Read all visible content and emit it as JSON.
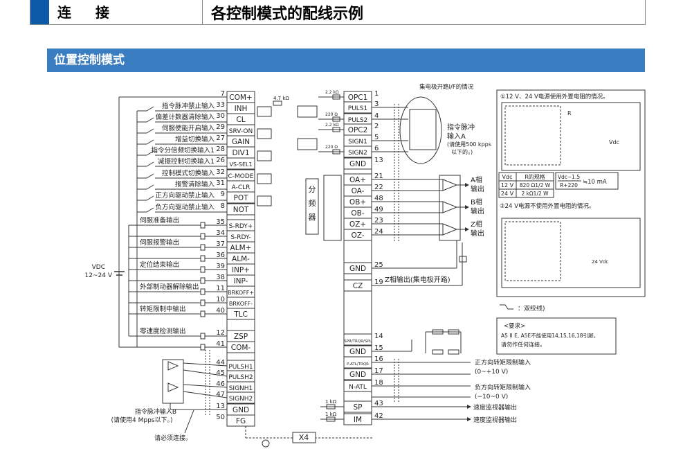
{
  "header": {
    "category": "连 接",
    "title": "各控制模式的配线示例"
  },
  "section_title": "位置控制模式",
  "left_pins": [
    {
      "pin": "7",
      "name": "COM+",
      "label": ""
    },
    {
      "pin": "33",
      "name": "INH",
      "label": "指令脉冲禁止输入"
    },
    {
      "pin": "30",
      "name": "CL",
      "label": "偏差计数器清除输入"
    },
    {
      "pin": "29",
      "name": "SRV-ON",
      "label": "伺服使能开启输入"
    },
    {
      "pin": "27",
      "name": "GAIN",
      "label": "增益切换输入"
    },
    {
      "pin": "28",
      "name": "DIV1",
      "label": "指令分倍频切换输入1"
    },
    {
      "pin": "26",
      "name": "VS-SEL1",
      "label": "减振控制切换输入1"
    },
    {
      "pin": "32",
      "name": "C-MODE",
      "label": "控制模式切换输入"
    },
    {
      "pin": "31",
      "name": "A-CLR",
      "label": "报警清除输入"
    },
    {
      "pin": "9",
      "name": "POT",
      "label": "正方向驱动禁止输入"
    },
    {
      "pin": "8",
      "name": "NOT",
      "label": "负方向驱动禁止输入"
    },
    {
      "pin": "35",
      "name": "S-RDY+",
      "label": "伺服准备输出"
    },
    {
      "pin": "34",
      "name": "S-RDY-",
      "label": ""
    },
    {
      "pin": "37",
      "name": "ALM+",
      "label": "伺服报警输出"
    },
    {
      "pin": "36",
      "name": "ALM-",
      "label": ""
    },
    {
      "pin": "39",
      "name": "INP+",
      "label": "定位结束输出"
    },
    {
      "pin": "38",
      "name": "INP-",
      "label": ""
    },
    {
      "pin": "11",
      "name": "BRKOFF+",
      "label": "外部制动器解除输出"
    },
    {
      "pin": "10",
      "name": "BRKOFF-",
      "label": ""
    },
    {
      "pin": "40",
      "name": "TLC",
      "label": "转矩限制中输出"
    },
    {
      "pin": "12",
      "name": "ZSP",
      "label": "零速度检测输出"
    },
    {
      "pin": "41",
      "name": "COM-",
      "label": ""
    },
    {
      "pin": "44",
      "name": "PULSH1",
      "label": ""
    },
    {
      "pin": "45",
      "name": "PULSH2",
      "label": ""
    },
    {
      "pin": "46",
      "name": "SIGNH1",
      "label": ""
    },
    {
      "pin": "47",
      "name": "SIGNH2",
      "label": ""
    },
    {
      "pin": "13",
      "name": "GND",
      "label": ""
    },
    {
      "pin": "50",
      "name": "FG",
      "label": ""
    }
  ],
  "right_pins": [
    {
      "pin": "1",
      "name": "OPC1"
    },
    {
      "pin": "3",
      "name": "PULS1"
    },
    {
      "pin": "4",
      "name": "PULS2"
    },
    {
      "pin": "2",
      "name": "OPC2"
    },
    {
      "pin": "5",
      "name": "SIGN1"
    },
    {
      "pin": "6",
      "name": "SIGN2"
    },
    {
      "pin": "13",
      "name": "GND"
    },
    {
      "pin": "21",
      "name": "OA+"
    },
    {
      "pin": "22",
      "name": "OA-"
    },
    {
      "pin": "48",
      "name": "OB+"
    },
    {
      "pin": "49",
      "name": "OB-"
    },
    {
      "pin": "23",
      "name": "OZ+"
    },
    {
      "pin": "24",
      "name": "OZ-"
    },
    {
      "pin": "25",
      "name": "GND"
    },
    {
      "pin": "19",
      "name": "CZ"
    },
    {
      "pin": "14",
      "name": "SPR/TRQR/SPL"
    },
    {
      "pin": "15",
      "name": "GND"
    },
    {
      "pin": "16",
      "name": "P-ATL/TRQR"
    },
    {
      "pin": "17",
      "name": "GND"
    },
    {
      "pin": "18",
      "name": "N-ATL"
    },
    {
      "pin": "43",
      "name": "SP"
    },
    {
      "pin": "42",
      "name": "IM"
    }
  ],
  "labels": {
    "vdc": "VDC",
    "vdc_range": "12~24 V",
    "open_collector": "集电极开路I/F的情况",
    "pulse_a": "指令脉冲",
    "pulse_a2": "输入A",
    "pulse_a_note": "(请使用500 kpps",
    "pulse_a_note2": "以下的。)",
    "a_phase": "A相",
    "b_phase": "B相",
    "z_phase": "Z相",
    "output": "输出",
    "divider": [
      "分",
      "频",
      "器"
    ],
    "cz_output": "Z相输出(集电极开路)",
    "pos_torque": "正方向转矩限制输入",
    "pos_range": "(0~+10 V)",
    "neg_torque": "负方向转矩限制输入",
    "neg_range": "(−10~0 V)",
    "speed_monitor": "速度监视器输出",
    "torque_monitor": "速度监视器输出",
    "pulse_b": "指令脉冲输入B",
    "pulse_b_note": "(请使用4 Mpps以下。)",
    "must_connect": "请必须连接。",
    "x4": "X4",
    "res_47k": "4.7 kΩ",
    "res_22k": "2.2 kΩ",
    "res_220": "220 Ω",
    "res_1k": "1 kΩ",
    "twisted_pair": "：双绞线)",
    "req_title": "<要求>",
    "req_line1": "A5 II E, A5E不能使用14,15,16,18引脚。",
    "req_line2": "请勿作任何连接。"
  },
  "panel": {
    "case1": "①12 V、24 V电源使用外置电阻的情况。",
    "case2": "②24 V电源不使用外置电阻的情况。",
    "table_headers": [
      "Vdc",
      "R的规格"
    ],
    "table_rows": [
      [
        "12 V",
        "820 Ω1/2 W"
      ],
      [
        "24 V",
        "2 kΩ1/2 W"
      ]
    ],
    "formula_num": "Vdc−1.5",
    "formula_den": "R+220",
    "formula_res": "≒10 mA",
    "vdc_label": "Vdc",
    "vdc24": "24 Vdc",
    "r": "R"
  }
}
